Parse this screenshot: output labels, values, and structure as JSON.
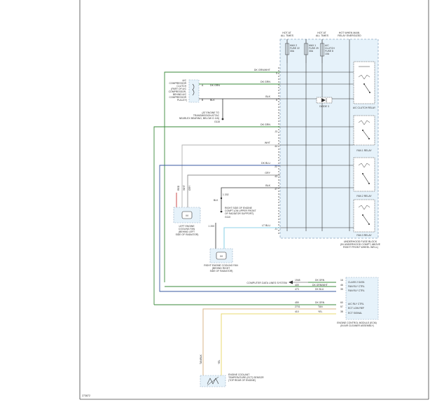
{
  "colors": {
    "dark_green": "#3a8a3a",
    "light_green": "#9acd7a",
    "light_blue": "#3a6aa8",
    "light_blue_wire": "#8fd3e8",
    "tan": "#d8b48a",
    "yellow": "#e8d870",
    "gray": "#909090",
    "red": "#c83a3a",
    "block_fill": "#e6f2fa",
    "block_stroke": "#8fa8c0"
  },
  "figure_id": "273872",
  "fuse_block": {
    "label_lines": [
      "UNDERHOOD FUSE BLOCK",
      "(IN UNDERHOOD COMPT, ABOVE",
      "RIGHT FRONT WHEEL WELL)"
    ],
    "feeds": [
      {
        "lines": [
          "HOT AT",
          "ALL TIMES"
        ]
      },
      {
        "lines": [
          "HOT AT",
          "ALL TIMES"
        ]
      },
      {
        "lines": [
          "HOT WHEN MAIN",
          "RELAY ENERGIZED"
        ]
      }
    ],
    "fuses": [
      {
        "lines": [
          "MAX 2",
          "FUSE 22",
          "30A"
        ]
      },
      {
        "lines": [
          "MAX 1",
          "FUSE 29",
          "30A"
        ]
      },
      {
        "lines": [
          "A/C",
          "CLUTCH",
          "FUSE 8",
          "10A"
        ]
      }
    ],
    "diode": "DIODE 3",
    "relays": [
      "A/C CLUTCH RELAY",
      "FAN 1 RELAY",
      "FAN 2 RELAY",
      "FAN 3 RELAY"
    ],
    "pins": [
      "9",
      "",
      "8",
      "",
      "J3",
      "",
      "J3",
      "J4",
      "J2",
      "J2",
      "J3",
      "J2",
      "J1"
    ]
  },
  "wires": [
    {
      "name": "DK GRN/WHT",
      "pin": "9"
    },
    {
      "name": "DK GRN",
      "pin": ""
    },
    {
      "name": "BLK",
      "pin": "8"
    },
    {
      "name": "DK GRN",
      "pin": "J3"
    },
    {
      "name": "WHT",
      "pin": "44"
    },
    {
      "name": "DK BLU",
      "pin": "22"
    },
    {
      "name": "GRY",
      "pin": "43"
    },
    {
      "name": "BLK",
      "pin": "47"
    },
    {
      "name": "LT BLU",
      "pin": "J1"
    }
  ],
  "ac_compressor": {
    "lines": [
      "A/C",
      "COMPRESSOR",
      "CLUTCH",
      "(PART OF A/C",
      "COMPRESSOR,",
      "BEHIND A/C",
      "COMPRESSOR",
      "PULLEY)"
    ],
    "pin_a": "A",
    "pin_b": "B",
    "wire_a": "DK GRN",
    "wire_b": "BLK"
  },
  "ground_g115": {
    "lines": [
      "(AT ENGINE TO",
      "TRANSMISSION ATTAC",
      "NEARLEX BEARING, BELOW G 115)",
      "G115"
    ]
  },
  "left_fan": {
    "lines": [
      "LEFT ENGINE",
      "COOLING FAN",
      "(BEHIND LEFT",
      "SIDE OF RADIATOR)"
    ],
    "wire_1": "WHT",
    "wire_2": "GRY",
    "wire_3": "RED"
  },
  "right_fan": {
    "lines": [
      "RIGHT ENGINE COOLING FAN",
      "(BEHIND RIGHT",
      "SIDE OF RADIATOR)"
    ],
    "wire_1": "BLK",
    "wire_2": "LT BLU",
    "pin": "1 200"
  },
  "ground_g110": {
    "lines": [
      "RIGHT SIDE OF ENGINE",
      "COMPT (ON UPPER FRONT",
      "OF RADIATOR SUPPORT)",
      "G110"
    ],
    "wire": "BLK",
    "pin": "1 202"
  },
  "data_link": {
    "label": "COMPUTER DATA LINES SYSTEM"
  },
  "ecm": {
    "label_lines": [
      "ENGINE CONTROL MODULE (ECM)",
      "(IN AIR CLEANER ASSEMBLY)"
    ],
    "rows": [
      {
        "circuit": "1948",
        "wire": "DK GRN",
        "pin": "16",
        "func": "CLASS 2 DATA"
      },
      {
        "circuit": "409",
        "wire": "DK GRN/WHT",
        "pin": "46",
        "func": "FAN RLY CTRL"
      },
      {
        "circuit": "473",
        "wire": "DK BLU",
        "pin": "35",
        "func": "FAN RLY CTRL"
      },
      {
        "circuit": "459",
        "wire": "DK GRN",
        "pin": "60",
        "func": "A/C RLY CTRL"
      },
      {
        "circuit": "2701",
        "wire": "TAN",
        "pin": "57",
        "func": "ECT LOW REF"
      },
      {
        "circuit": "410",
        "wire": "YEL",
        "pin": "38",
        "func": "ECT SIGNAL"
      }
    ]
  },
  "ect_sensor": {
    "lines": [
      "ENGINE COOLANT",
      "TEMPERATURE (ECT) SENSOR",
      "(TOP REAR OF ENGINE)"
    ],
    "wire_1": "TAN/BLK",
    "wire_2": "YEL"
  }
}
